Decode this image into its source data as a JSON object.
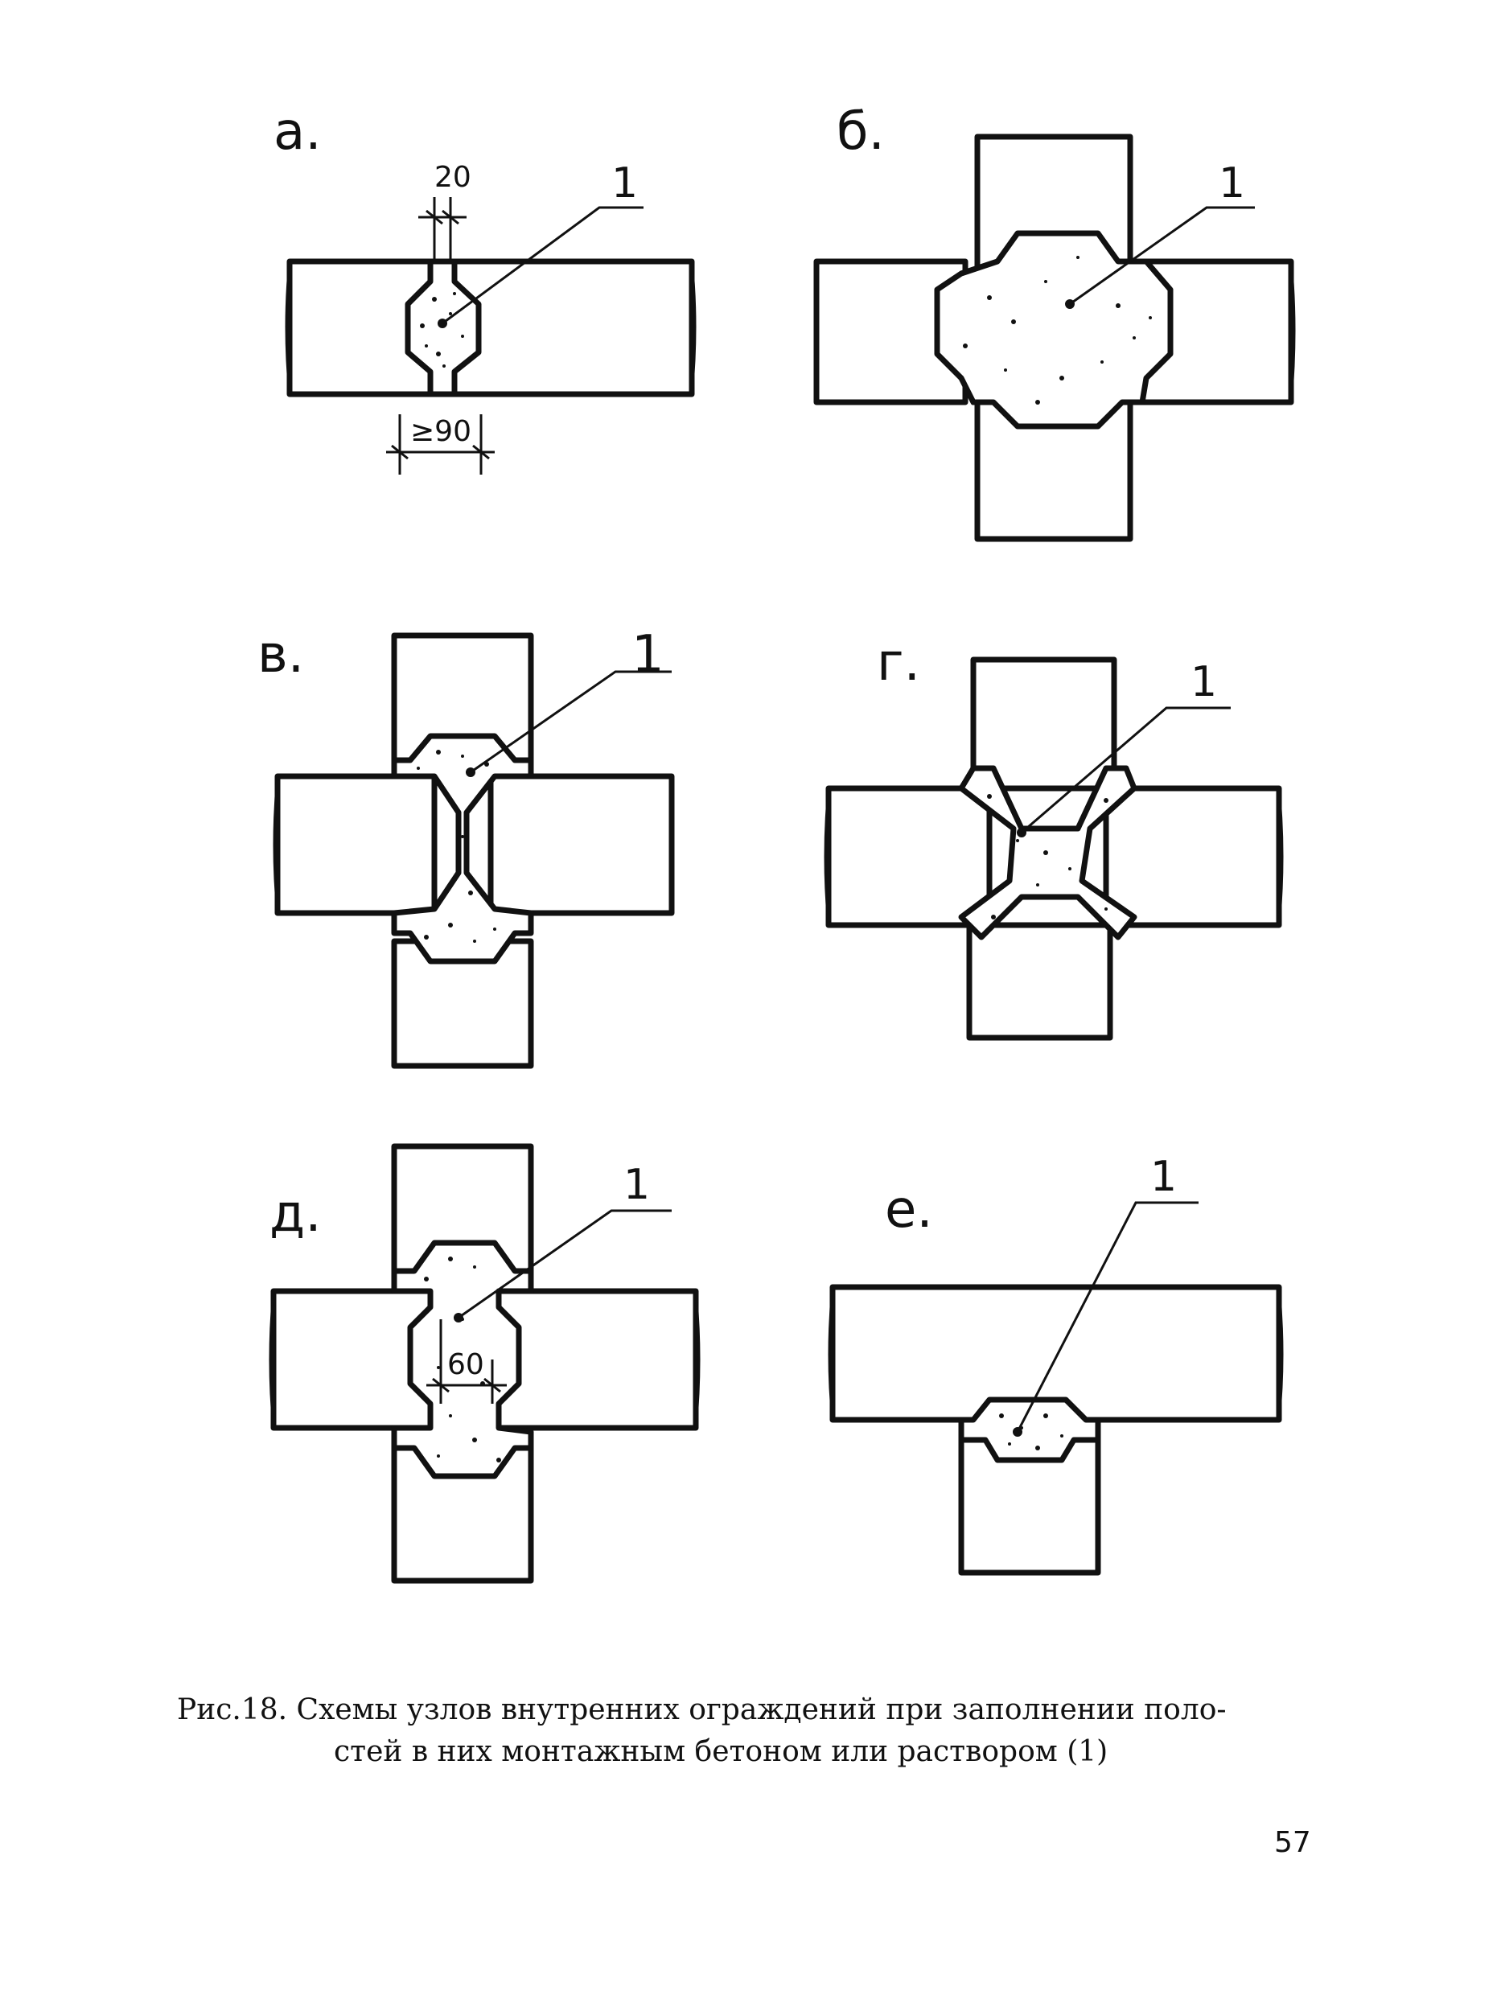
{
  "panels": {
    "a": {
      "label": "а.",
      "callout": "1",
      "dim_top": "20",
      "dim_bottom": "≥90"
    },
    "b": {
      "label": "б.",
      "callout": "1"
    },
    "v": {
      "label": "в.",
      "callout": "1"
    },
    "g": {
      "label": "г.",
      "callout": "1"
    },
    "d": {
      "label": "д.",
      "callout": "1",
      "dim_inner": "60"
    },
    "e": {
      "label": "е.",
      "callout": "1"
    }
  },
  "caption": {
    "line1": "Рис.18. Схемы узлов внутренних ограждений при заполнении поло-",
    "line2": "стей в них монтажным бетоном или раствором (1)"
  },
  "page_number": "57"
}
